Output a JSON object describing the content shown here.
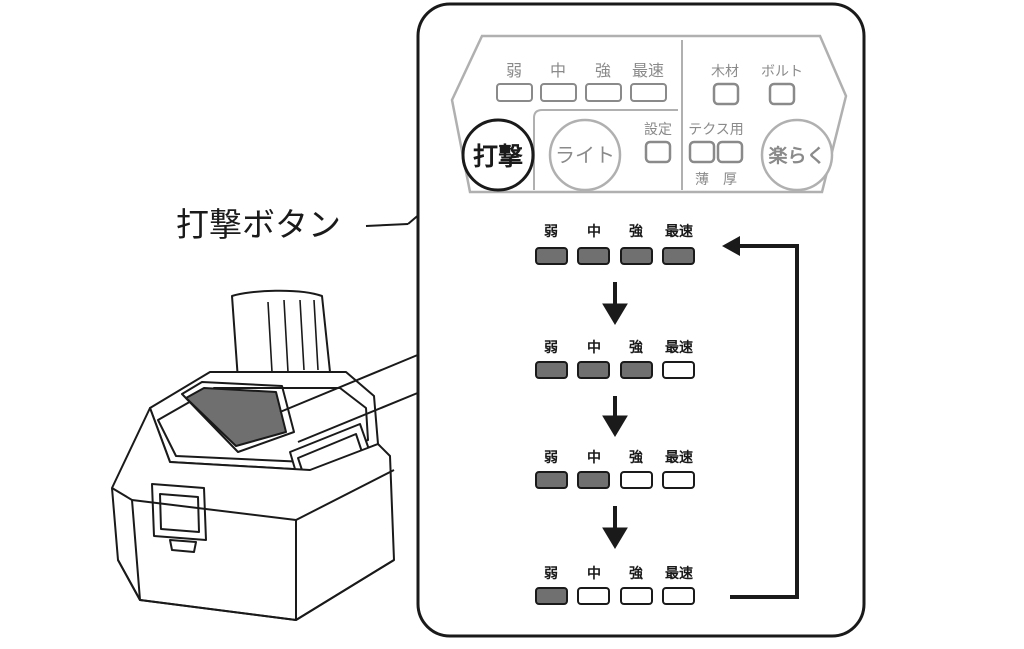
{
  "callout_label": "打撃ボタン",
  "control_panel": {
    "speed_labels": [
      "弱",
      "中",
      "強",
      "最速"
    ],
    "wood_label": "木材",
    "bolt_label": "ボルト",
    "impact_button_label": "打撃",
    "light_button_label": "ライト",
    "setting_label": "設定",
    "tex_label": "テクス用",
    "thin_label": "薄",
    "thick_label": "厚",
    "raku_button_label": "楽らく"
  },
  "sequence": {
    "labels": [
      "弱",
      "中",
      "強",
      "最速"
    ],
    "steps": [
      {
        "lit": [
          true,
          true,
          true,
          true
        ]
      },
      {
        "lit": [
          true,
          true,
          true,
          false
        ]
      },
      {
        "lit": [
          true,
          true,
          false,
          false
        ]
      },
      {
        "lit": [
          true,
          false,
          false,
          false
        ]
      }
    ]
  },
  "colors": {
    "line": "#1a1a1a",
    "panel_line": "#b0b0b0",
    "panel_text": "#8a8a8a",
    "lamp_on": "#707070",
    "lamp_off": "#ffffff"
  }
}
